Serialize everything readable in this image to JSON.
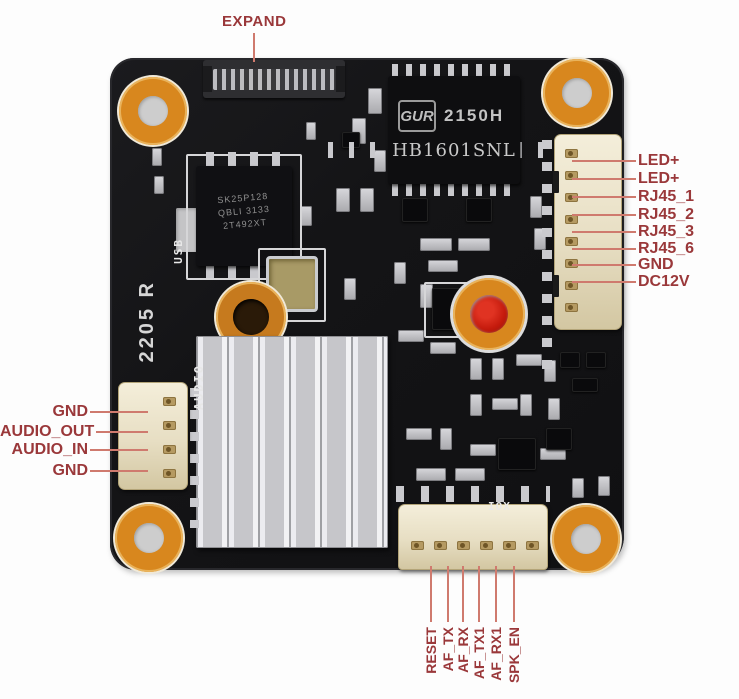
{
  "annotations": {
    "top": [
      "EXPAND"
    ],
    "right": [
      "LED+",
      "LED+",
      "RJ45_1",
      "RJ45_2",
      "RJ45_3",
      "RJ45_6",
      "GND",
      "DC12V"
    ],
    "left": [
      "GND",
      "AUDIO_OUT",
      "AUDIO_IN",
      "GND"
    ],
    "bottom": [
      "RESET",
      "AF_TX",
      "AF_RX",
      "AF_TX1",
      "AF_RX1",
      "SPK_EN"
    ]
  },
  "board": {
    "chips": {
      "transformer": {
        "logo": "GUR",
        "model": "2150H",
        "part": "HB1601SNL"
      },
      "flash": {
        "line1": "SK25P128",
        "line2": "QBLI 3133",
        "line3": "2T492XT"
      }
    },
    "silkscreen": {
      "usb": "USB",
      "audio": "AUDIO",
      "iox": "IOX",
      "revision": "2205 R"
    }
  },
  "colors": {
    "label_text": "#9a383a",
    "leader_line": "#cf7a6e",
    "board": "#151517",
    "connector": "#e9e1cb",
    "heatsink": "#d2d2d6",
    "mount_hole": "#d8871e",
    "red_dot": "#c41a0c"
  }
}
